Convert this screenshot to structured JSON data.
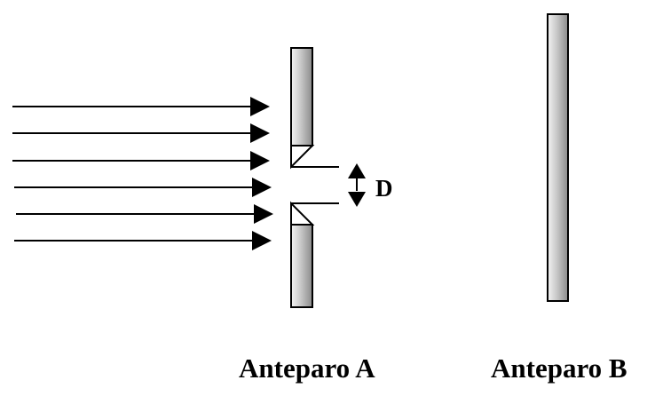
{
  "diagram": {
    "labels": {
      "gap": "D",
      "screen_a": "Anteparo A",
      "screen_b": "Anteparo B"
    },
    "incident_ray_count": 6,
    "colors": {
      "ink": "#000000",
      "barrier_light": "#f4f4f4",
      "barrier_mid": "#c8c8c8",
      "barrier_dark": "#8a8a8a",
      "background": "#ffffff"
    }
  }
}
